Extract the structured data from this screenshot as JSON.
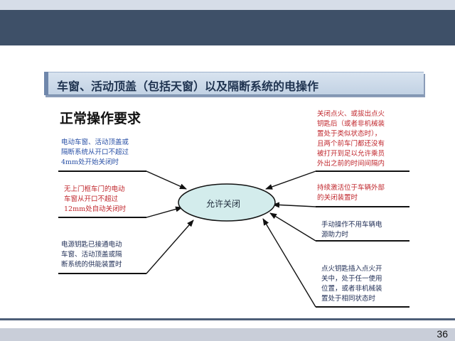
{
  "slide": {
    "title": "车窗、活动顶盖（包括天窗）以及隔断系统的电操作",
    "heading": "正常操作要求",
    "page_number": "36"
  },
  "center": {
    "label": "允许关闭"
  },
  "left_notes": [
    {
      "lines": [
        "电动车窗、活动顶盖或",
        "隔断系统从开口不超过",
        "4mm处开始关闭时"
      ],
      "color": "blue"
    },
    {
      "lines": [
        "无上门框车门的电动",
        "车窗从开口不超过",
        "12mm处自动关闭时"
      ],
      "color": "red"
    },
    {
      "lines": [
        "电源钥匙已接通电动",
        "车窗、活动顶盖或隔",
        "断系统的供能装置时"
      ],
      "color": "dark"
    }
  ],
  "right_notes": [
    {
      "lines": [
        "关闭点火、或拔出点火",
        "钥匙后（或者非机械装",
        "置处于类似状态时），",
        "且两个前车门都还没有",
        "被打开到足以允许乘员",
        "外出之前的时间间隔内"
      ],
      "color": "red"
    },
    {
      "lines": [
        "持续激活位于车辆外部",
        "的关闭装置时"
      ],
      "color": "red"
    },
    {
      "lines": [
        "手动操作不用车辆电",
        "源助力时"
      ],
      "color": "dark"
    },
    {
      "lines": [
        "点火钥匙插入点火开",
        "关中，处于任一使用",
        "位置，或者非机械装",
        "置处于相同状态时"
      ],
      "color": "dark"
    }
  ]
}
